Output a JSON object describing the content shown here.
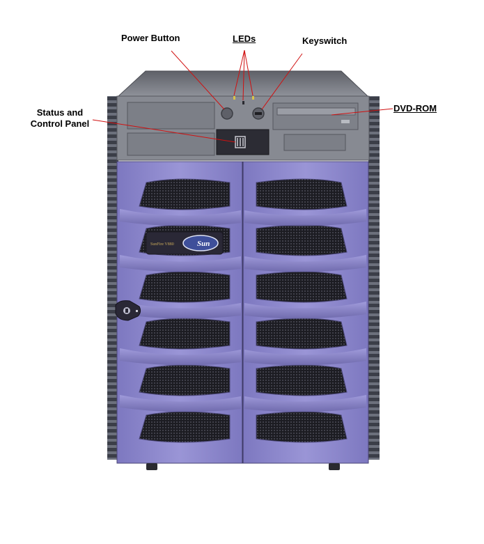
{
  "callouts": {
    "power_button": "Power Button",
    "leds": "LEDs",
    "keyswitch": "Keyswitch",
    "status_line1": "Status and",
    "status_line2": "Control Panel",
    "dvd_rom": "DVD-ROM"
  },
  "logo": {
    "brand": "Sun",
    "product_badge": "SunFire V880"
  },
  "colors": {
    "bezel_purple": "#8c86cc",
    "bezel_dark": "#4a4676",
    "chassis_gray": "#6f7178",
    "top_panel": "#8c8f96",
    "leader_line": "#d01010",
    "label_text": "#000000"
  },
  "icons": [
    "power-button-icon",
    "keyswitch-icon",
    "door-lock-icon",
    "sun-logo-icon",
    "led-icon"
  ]
}
